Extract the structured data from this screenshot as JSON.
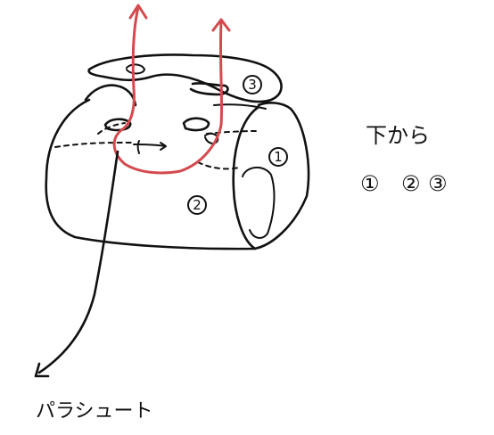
{
  "annotations": {
    "title": "下から",
    "sequence": [
      "①",
      "②",
      "③"
    ],
    "cable_label": "パラシュート"
  },
  "markers": {
    "one": "1",
    "two": "2",
    "three": "3"
  },
  "colors": {
    "ink": "#111111",
    "path": "#d44a4e",
    "background": "#ffffff"
  }
}
